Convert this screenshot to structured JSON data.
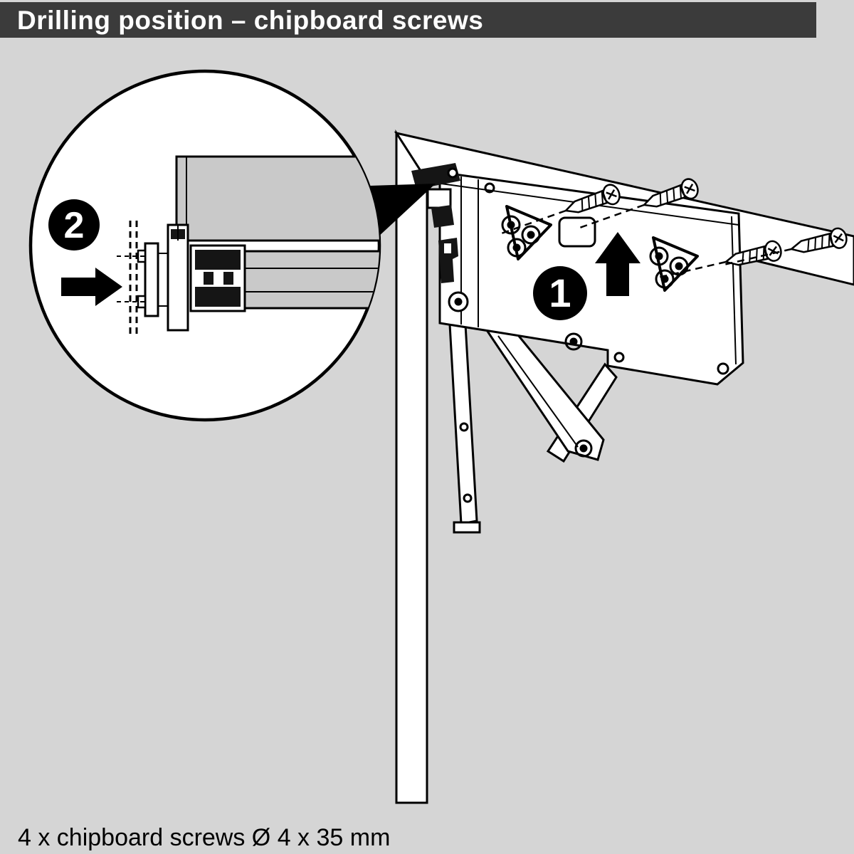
{
  "header": {
    "title": "Drilling position – chipboard screws"
  },
  "diagram": {
    "step_badges": {
      "step1": "1",
      "step2": "2"
    },
    "colors": {
      "header_bg": "#3b3b3b",
      "header_text": "#ffffff",
      "page_bg": "#d5d5d5",
      "line": "#000000",
      "panel_gray": "#c9c9c9",
      "badge_bg": "#000000",
      "badge_text": "#ffffff"
    }
  },
  "caption": "4 x chipboard screws Ø 4 x 35 mm"
}
